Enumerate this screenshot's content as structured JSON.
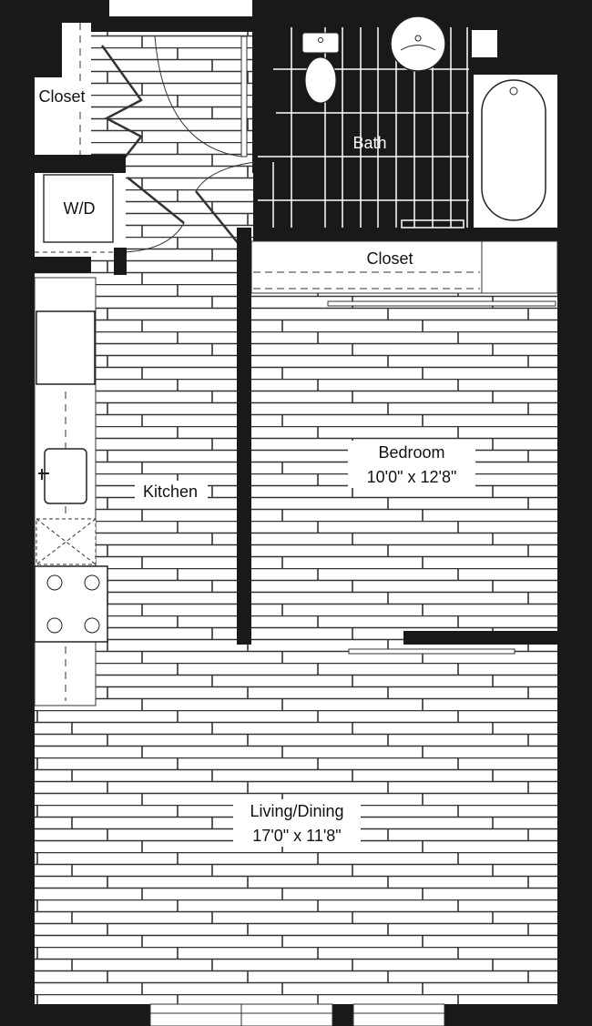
{
  "rooms": {
    "closet_entry": {
      "label": "Closet"
    },
    "washer_dryer": {
      "label": "W/D"
    },
    "bath": {
      "label": "Bath"
    },
    "closet_bedroom": {
      "label": "Closet"
    },
    "kitchen": {
      "label": "Kitchen"
    },
    "bedroom": {
      "label": "Bedroom",
      "dimensions": "10'0\" x 12'8\""
    },
    "living_dining": {
      "label": "Living/Dining",
      "dimensions": "17'0\" x 11'8\""
    }
  },
  "colors": {
    "wall": "#1a1818",
    "floor": "#ffffff",
    "line": "#222222"
  }
}
